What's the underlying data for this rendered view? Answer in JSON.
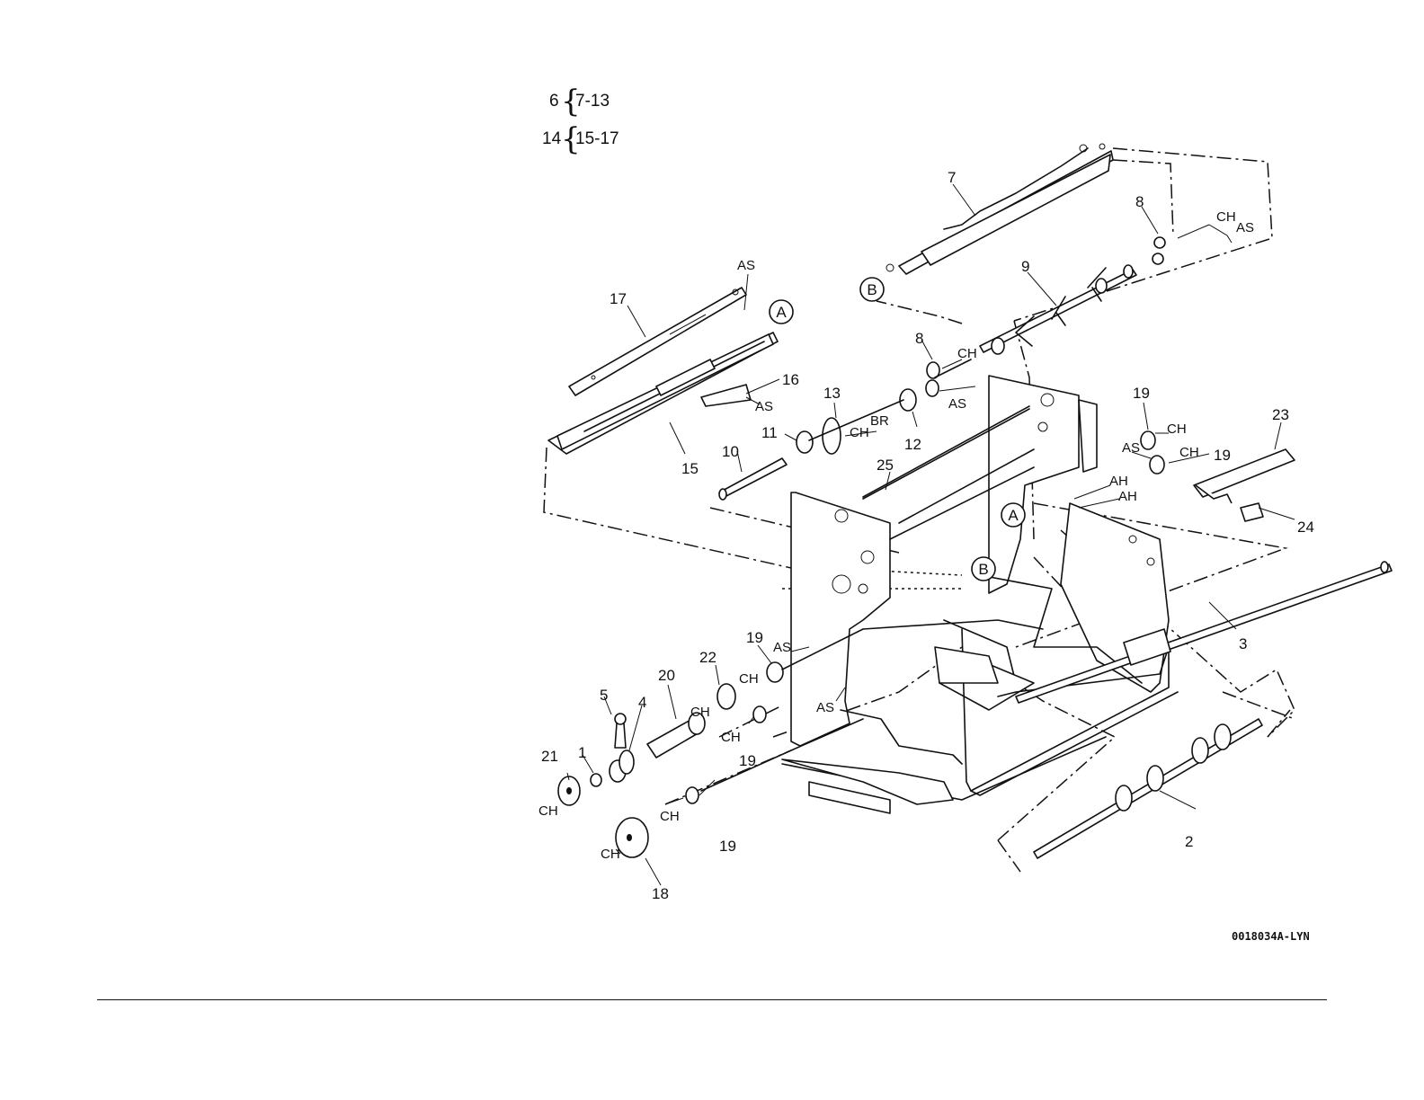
{
  "bracket_groups": [
    {
      "parent": "6",
      "brace": "{",
      "range": "7-13"
    },
    {
      "parent": "14",
      "brace": "{",
      "range": "15-17"
    }
  ],
  "callouts": [
    "1",
    "2",
    "3",
    "4",
    "5",
    "7",
    "8",
    "8",
    "9",
    "10",
    "11",
    "12",
    "13",
    "15",
    "16",
    "17",
    "18",
    "19",
    "19",
    "19",
    "19",
    "19",
    "20",
    "21",
    "22",
    "23",
    "24",
    "25"
  ],
  "codes": [
    "AS",
    "CH",
    "CH",
    "AS",
    "AS",
    "CH",
    "BR",
    "AS",
    "CH",
    "CH",
    "AH",
    "AH",
    "AS",
    "CH",
    "AS",
    "CH",
    "CH",
    "CH",
    "CH",
    "CH",
    "AS",
    "AS"
  ],
  "reference_markers": [
    "A",
    "A",
    "B",
    "B"
  ],
  "figure_id": "0018034A-LYN"
}
